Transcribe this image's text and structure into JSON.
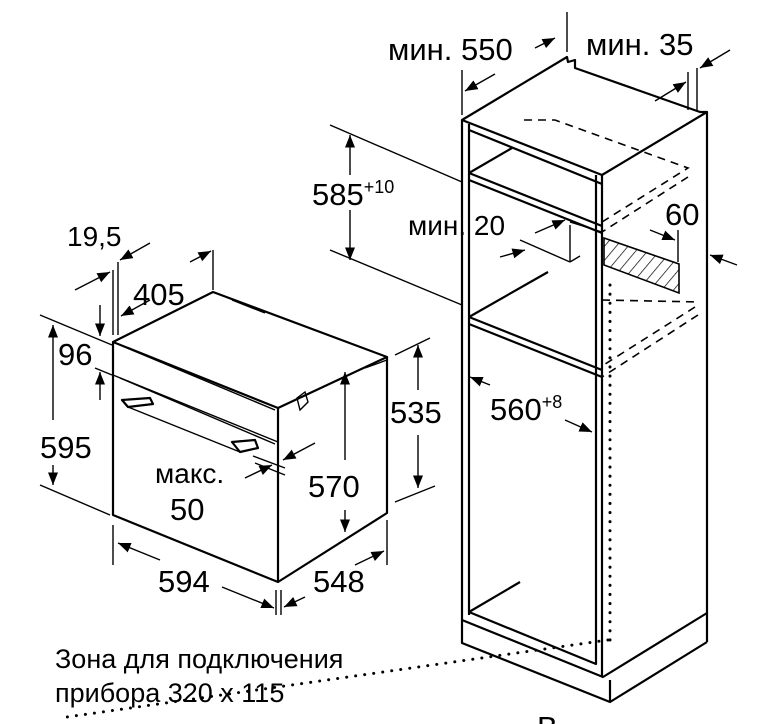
{
  "oven": {
    "dim_19_5": "19,5",
    "dim_405": "405",
    "dim_96": "96",
    "dim_595": "595",
    "dim_max_label": "макс.",
    "dim_max_value": "50",
    "dim_570": "570",
    "dim_535": "535",
    "dim_594": "594",
    "dim_548": "548"
  },
  "cabinet": {
    "dim_min_550": "мин. 550",
    "dim_min_35": "мин. 35",
    "dim_585": "585",
    "dim_585_tol": "+10",
    "dim_min_20": "мин. 20",
    "dim_60": "60",
    "dim_560": "560",
    "dim_560_tol": "+8"
  },
  "notes": {
    "connection_zone_line1": "Зона для подключения",
    "connection_zone_line2": "прибора 320 x 115",
    "cut_off_text": "В"
  }
}
